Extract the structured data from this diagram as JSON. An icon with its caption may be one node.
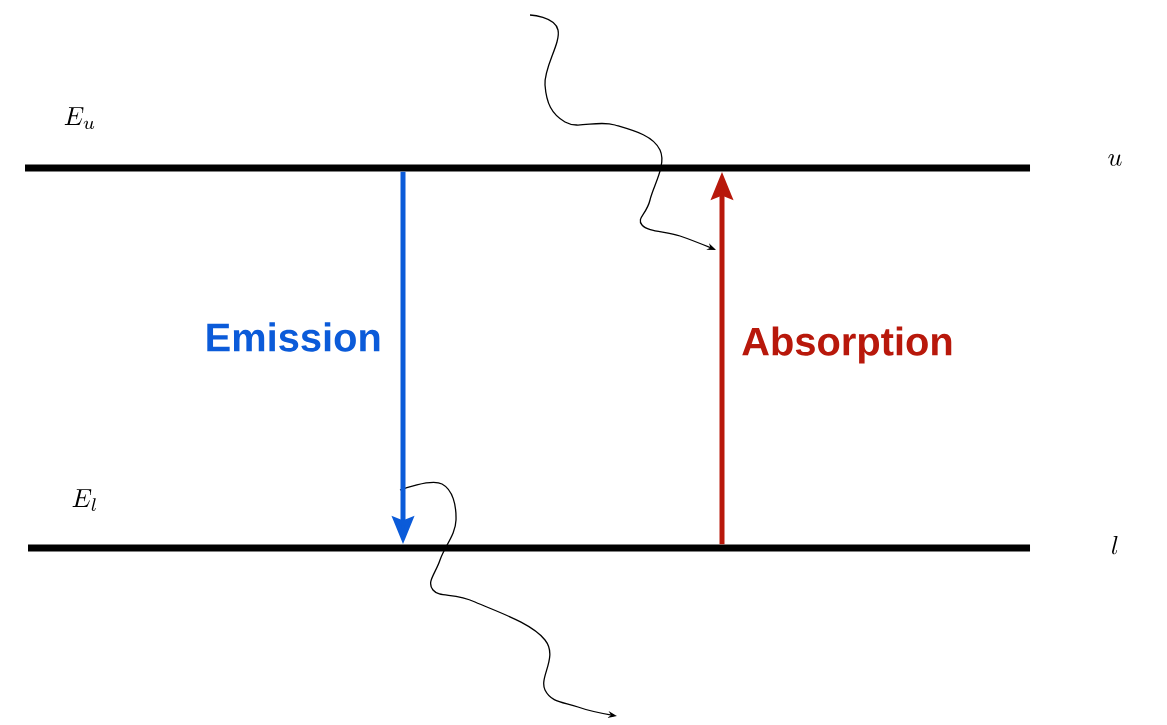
{
  "diagram": {
    "nodes": [
      {
        "text": [
          "E_u"
        ]
      },
      {
        "text": [
          "u"
        ]
      },
      {
        "text": [
          "E_l"
        ]
      },
      {
        "text": [
          "l"
        ]
      }
    ],
    "edges": [
      {
        "from": 0,
        "to": 2,
        "arrow": "to",
        "label": "Emission",
        "color": "#0b5bd9"
      },
      {
        "from": 2,
        "to": 0,
        "arrow": "to",
        "label": "Absorption",
        "color": "#b8180b"
      }
    ]
  }
}
